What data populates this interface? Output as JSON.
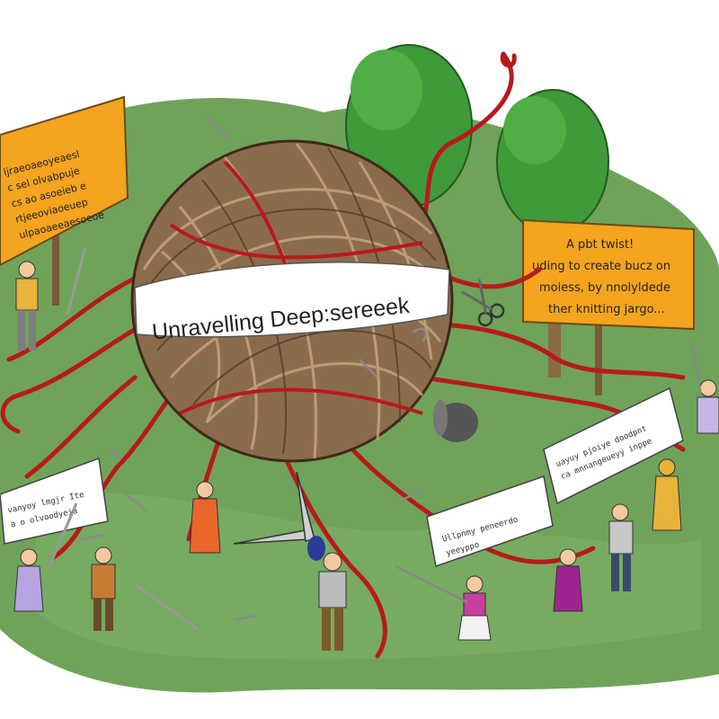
{
  "banner": {
    "text": "Unravelling Deep:sereeek"
  },
  "right_sign": {
    "lines": [
      "A pbt twist!",
      "uding to create bucz on",
      "moiess, by nnolyldede",
      "ther knitting jargo..."
    ]
  },
  "left_sign": {
    "lines": [
      "ljraeoaeoyeaesl",
      "c sel olvabpuje",
      "cs ao asoeieb e",
      "rtjeeoviaoeuep",
      "ulpaoaeeaesoeoe"
    ]
  },
  "note_right": {
    "lines": [
      "uayuy pjoiye doodpnt",
      "ca mnnangeueyy inppe"
    ]
  },
  "note_left": {
    "lines": [
      "vanyoy lmgjr Ite",
      "a o olvoodyeia"
    ]
  },
  "note_center": {
    "lines": [
      "Ullpnmy peneerdo",
      "yeeyppo"
    ]
  },
  "colors": {
    "grass": "#6fa35a",
    "yarn": "#8a6c4d",
    "red_yarn": "#b8191c",
    "sign": "#f4a41e",
    "tree": "#3f9a3a"
  },
  "icons": [
    "scissors-icon",
    "wrench-icon",
    "spool-icon",
    "tree-icon"
  ]
}
